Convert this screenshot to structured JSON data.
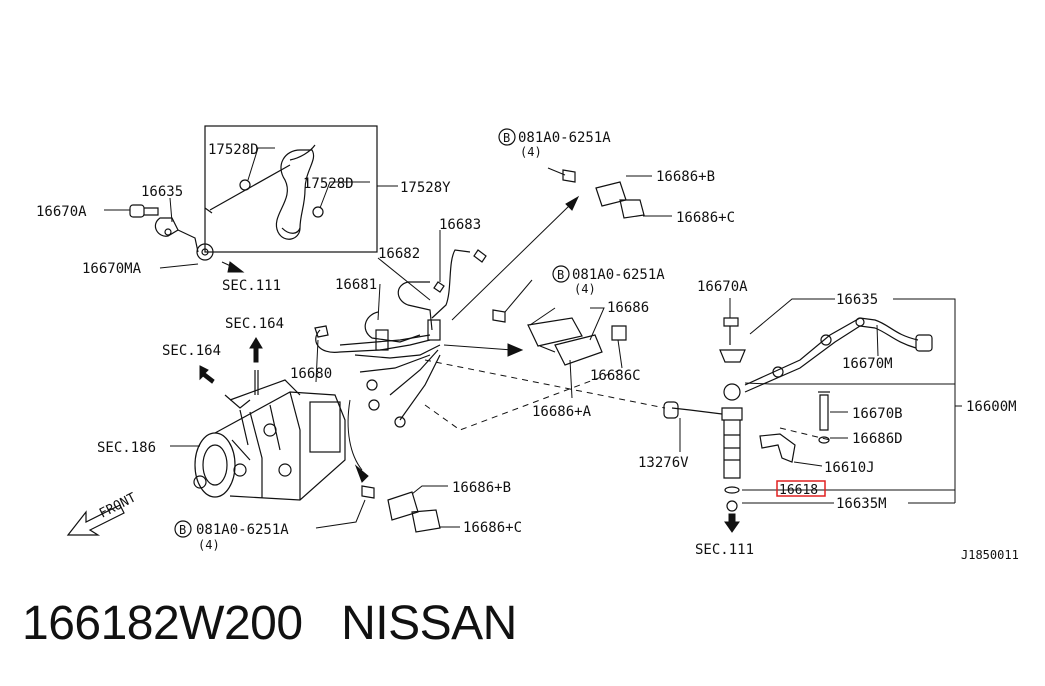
{
  "diagram": {
    "labels": {
      "p17528d_top": "17528D",
      "p17528d_right": "17528D",
      "p17528y": "17528Y",
      "p16635_left": "16635",
      "p16670a_left": "16670A",
      "p16670ma": "16670MA",
      "sec111_left": "SEC.111",
      "sec164_upper": "SEC.164",
      "sec164_left": "SEC.164",
      "sec186": "SEC.186",
      "front": "FRONT",
      "p16683": "16683",
      "p16682": "16682",
      "p16681": "16681",
      "p16680": "16680",
      "bolt_top_code": "081A0-6251A",
      "bolt_top_qty": "(4)",
      "p16686b_top": "16686+B",
      "p16686c_top": "16686+C",
      "bolt_mid_code": "081A0-6251A",
      "bolt_mid_qty": "(4)",
      "p16686": "16686",
      "p16686c_mid": "16686C",
      "p16686a": "16686+A",
      "p16686b_bottom": "16686+B",
      "p16686c_bottom": "16686+C",
      "bolt_bottom_code": "081A0-6251A",
      "bolt_bottom_qty": "(4)",
      "p16670a_right": "16670A",
      "p16635_right": "16635",
      "p16670m": "16670M",
      "p16600m": "16600M",
      "p16670b": "16670B",
      "p16686d": "16686D",
      "p16610j": "16610J",
      "p13276v": "13276V",
      "p16618": "16618",
      "p16635m": "16635M",
      "sec111_bottom": "SEC.111",
      "bolt_symbol": "B",
      "figure_code": "J1850011"
    },
    "highlight_color": "#e02020"
  },
  "caption": {
    "part_number": "166182W200",
    "brand": "NISSAN"
  }
}
